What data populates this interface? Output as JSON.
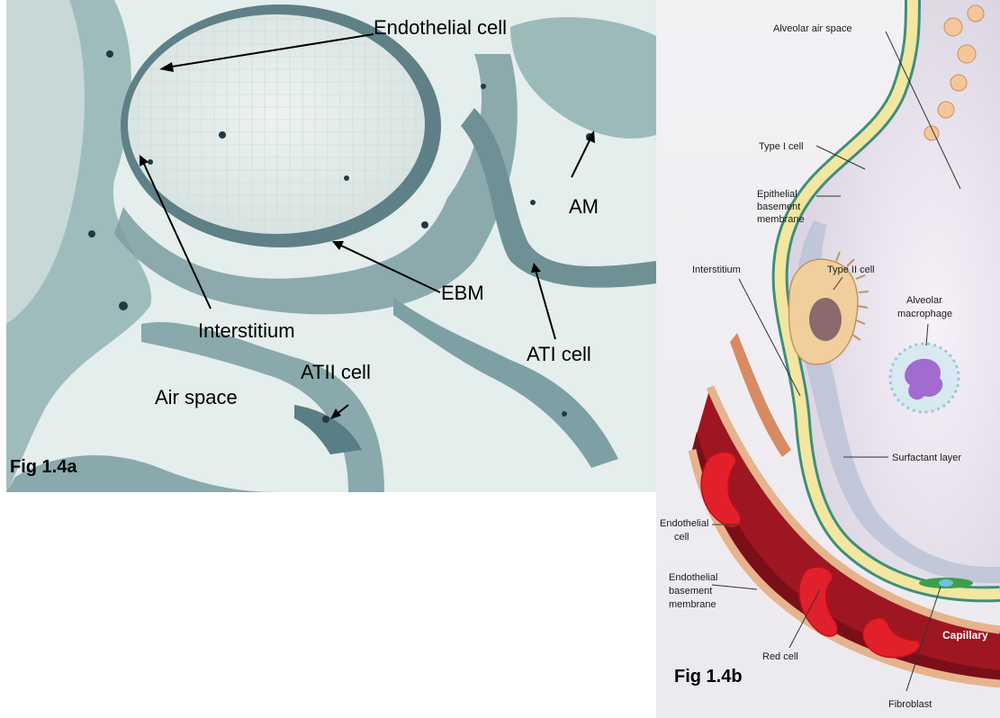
{
  "panel_a": {
    "labels": {
      "endothelial_cell": "Endothelial cell",
      "am": "AM",
      "ebm": "EBM",
      "interstitium": "Interstitium",
      "ati_cell": "ATI cell",
      "atii_cell": "ATII cell",
      "air_space": "Air space"
    },
    "figure_label": "Fig 1.4a"
  },
  "panel_b": {
    "labels": {
      "alveolar_air_space": "Alveolar air space",
      "type_i_cell": "Type I cell",
      "epithelial_bm_1": "Epithelial",
      "epithelial_bm_2": "basement",
      "epithelial_bm_3": "membrane",
      "interstitium": "Interstitium",
      "type_ii_cell": "Type II cell",
      "alveolar_macrophage_1": "Alveolar",
      "alveolar_macrophage_2": "macrophage",
      "surfactant_layer": "Surfactant layer",
      "endothelial_cell_1": "Endothelial",
      "endothelial_cell_2": "cell",
      "endothelial_bm_1": "Endothelial",
      "endothelial_bm_2": "basement",
      "endothelial_bm_3": "membrane",
      "capillary": "Capillary",
      "red_cell": "Red cell",
      "fibroblast": "Fibroblast"
    },
    "figure_label": "Fig 1.4b"
  },
  "colors": {
    "tissue": "#8fb0b3",
    "tissue_dark": "#2f4f58",
    "air_bg": "#e6f0ee",
    "alveolus": "#ece6ef",
    "epithelium": "#f4e9a8",
    "capillary": "#9e1622",
    "rbc": "#e0202a"
  }
}
